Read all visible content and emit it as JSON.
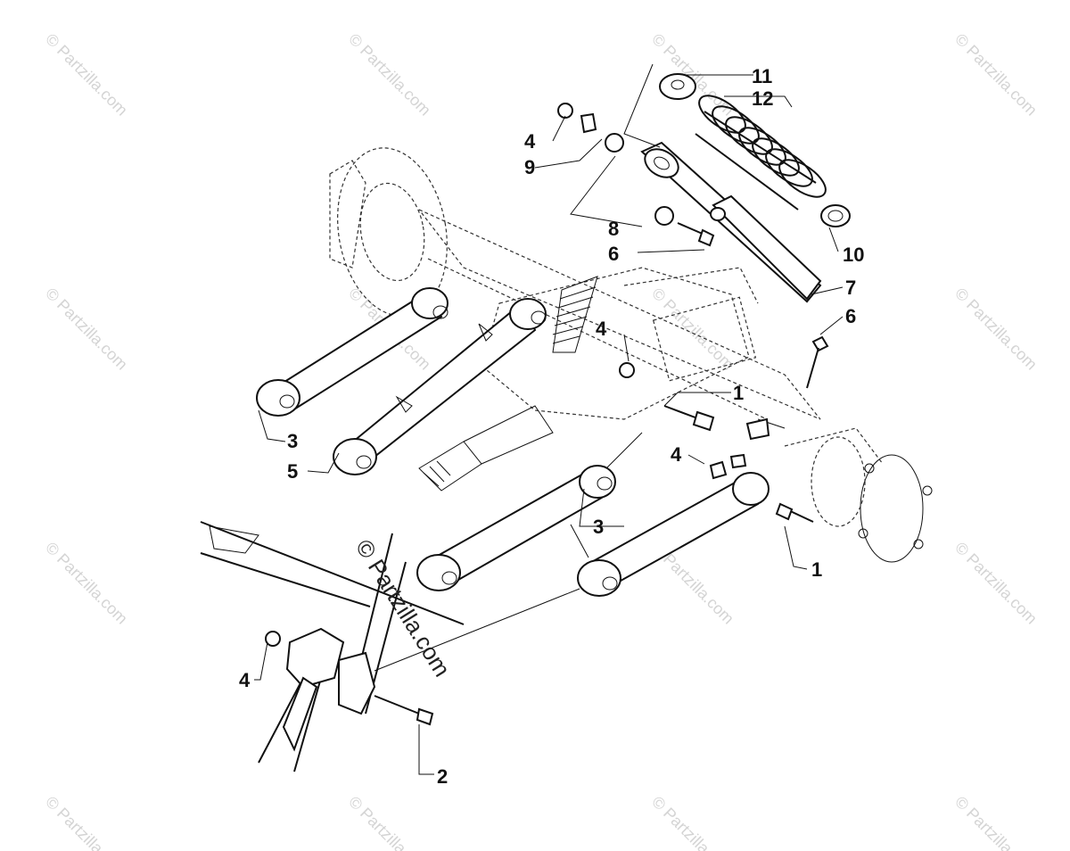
{
  "diagram": {
    "watermark": {
      "text": "© Partzilla.com",
      "center_text": "© Partzilla.com"
    },
    "callouts": [
      {
        "id": "c11",
        "label": "11"
      },
      {
        "id": "c12",
        "label": "12"
      },
      {
        "id": "c4a",
        "label": "4"
      },
      {
        "id": "c9",
        "label": "9"
      },
      {
        "id": "c8",
        "label": "8"
      },
      {
        "id": "c6a",
        "label": "6"
      },
      {
        "id": "c10",
        "label": "10"
      },
      {
        "id": "c7",
        "label": "7"
      },
      {
        "id": "c6b",
        "label": "6"
      },
      {
        "id": "c4b",
        "label": "4"
      },
      {
        "id": "c1a",
        "label": "1"
      },
      {
        "id": "c3a",
        "label": "3"
      },
      {
        "id": "c5",
        "label": "5"
      },
      {
        "id": "c4c",
        "label": "4"
      },
      {
        "id": "c3b",
        "label": "3"
      },
      {
        "id": "c1b",
        "label": "1"
      },
      {
        "id": "c4d",
        "label": "4"
      },
      {
        "id": "c2",
        "label": "2"
      }
    ]
  }
}
